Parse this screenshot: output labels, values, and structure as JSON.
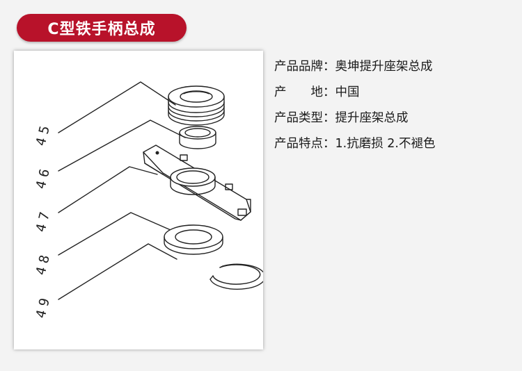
{
  "title": "C型铁手柄总成",
  "colors": {
    "badge": "#b8122a",
    "page_bg": "#f3f3f3",
    "panel_bg": "#ffffff",
    "text": "#1a1a1a"
  },
  "diagram": {
    "callouts": [
      "45",
      "46",
      "47",
      "48",
      "49"
    ]
  },
  "specs": [
    {
      "label": "产品品牌：",
      "value": "奥坤提升座架总成"
    },
    {
      "label": "产　　地：",
      "value": "中国"
    },
    {
      "label": "产品类型：",
      "value": "提升座架总成"
    },
    {
      "label": "产品特点：",
      "value": "1.抗磨损 2.不褪色"
    }
  ]
}
